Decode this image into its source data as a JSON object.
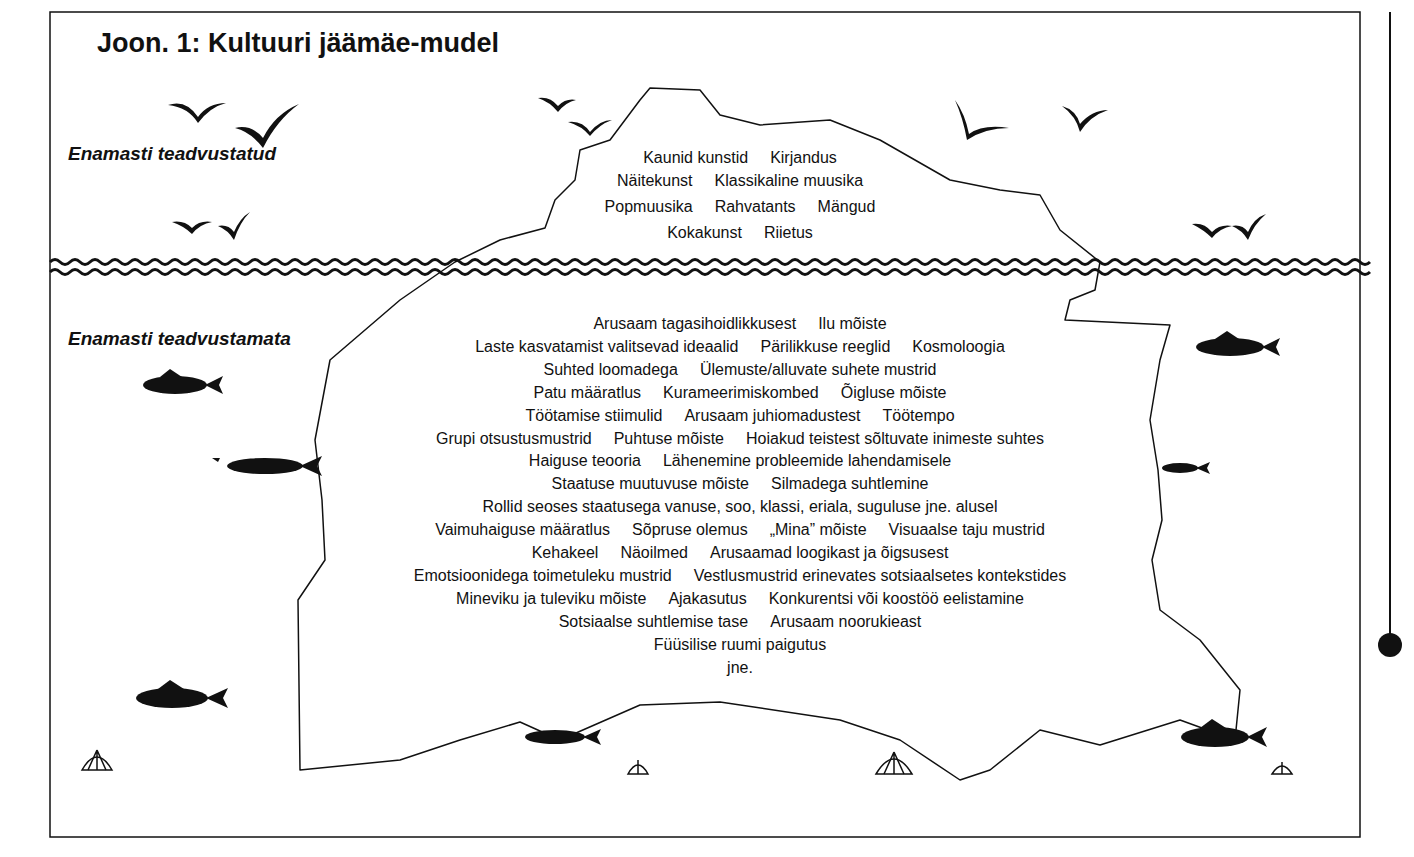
{
  "diagram": {
    "title": "Joon. 1: Kultuuri jäämäe-mudel",
    "nodes": [
      {
        "text": [
          "Kaunid kunstid",
          "Kirjandus",
          "Näitekunst",
          "Klassikaline muusika",
          "Popmuusika",
          "Rahvatants",
          "Mängud",
          "Kokakunst",
          "Riietus"
        ]
      },
      {
        "text": [
          "Arusaam tagasihoidlikkusest",
          "Ilu mõiste",
          "Laste kasvatamist valitsevad ideaalid",
          "Pärilikkuse reeglid",
          "Kosmoloogia",
          "Suhted loomadega",
          "Ülemuste/alluvate suhete mustrid",
          "Patu määratlus",
          "Kurameerimiskombed",
          "Õigluse mõiste",
          "Töötamise stiimulid",
          "Arusaam juhiomadustest",
          "Töötempo",
          "Grupi otsustusmustrid",
          "Puhtuse mõiste",
          "Hoiakud teistest sõltuvate inimeste suhtes",
          "Haiguse teooria",
          "Lähenemine probleemide lahendamisele",
          "Staatuse muutuvuse mõiste",
          "Silmadega suhtlemine",
          "Rollid seoses staatusega vanuse, soo, klassi, eriala, suguluse jne. alusel",
          "Vaimuhaiguse määratlus",
          "Sõpruse olemus",
          "„Mina” mõiste",
          "Visuaalse taju mustrid",
          "Kehakeel",
          "Näoilmed",
          "Arusaamad loogikast ja õigsusest",
          "Emotsioonidega toimetuleku mustrid",
          "Vestlusmustrid erinevates sotsiaalsetes kontekstides",
          "Mineviku ja tuleviku mõiste",
          "Ajakasutus",
          "Konkurentsi või koostöö eelistamine",
          "Sotsiaalse suhtlemise tase",
          "Arusaam noorukieast",
          "Füüsilise ruumi paigutus",
          "jne."
        ]
      }
    ],
    "labels": [
      "Enamasti teadvustatud",
      "Enamasti teadvustamata"
    ]
  }
}
